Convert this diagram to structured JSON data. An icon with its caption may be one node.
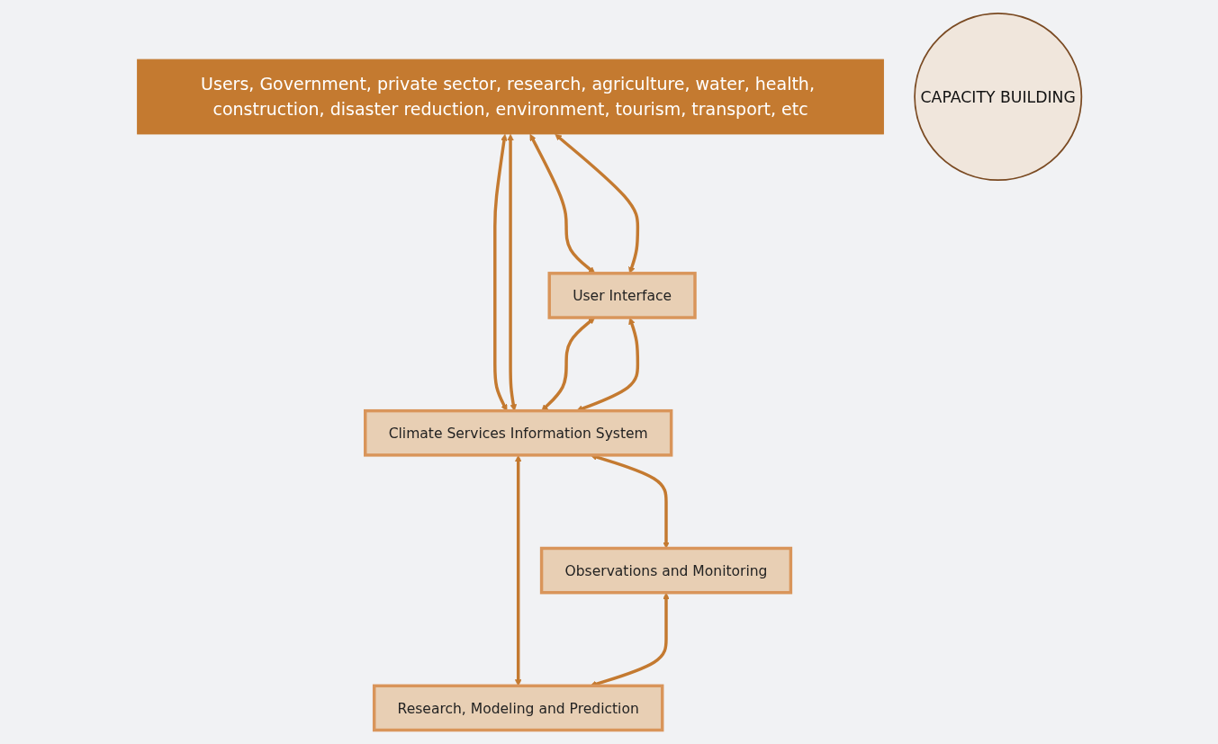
{
  "diagram": {
    "nodes": [
      {
        "text": [
          "Users, Government, private sector, research, agriculture, water, health, construction, disaster reduction, environment, tourism, transport, etc"
        ]
      },
      {
        "text": [
          "User Interface"
        ]
      },
      {
        "text": [
          "Climate Services Information System"
        ]
      },
      {
        "text": [
          "Observations and Monitoring"
        ]
      },
      {
        "text": [
          "Research, Modeling and Prediction"
        ]
      },
      {
        "text": [
          "CAPACITY BUILDING"
        ]
      }
    ],
    "edges": [
      {
        "from": 0,
        "to": 2,
        "arrow": "both"
      },
      {
        "from": 0,
        "to": 1,
        "arrow": "both"
      },
      {
        "from": 0,
        "to": 1,
        "arrow": "both"
      },
      {
        "from": 0,
        "to": 2,
        "arrow": "both"
      },
      {
        "from": 1,
        "to": 2,
        "arrow": "both"
      },
      {
        "from": 1,
        "to": 2,
        "arrow": "both"
      },
      {
        "from": 2,
        "to": 3,
        "arrow": "both"
      },
      {
        "from": 2,
        "to": 4,
        "arrow": "both"
      },
      {
        "from": 3,
        "to": 4,
        "arrow": "both"
      }
    ]
  }
}
